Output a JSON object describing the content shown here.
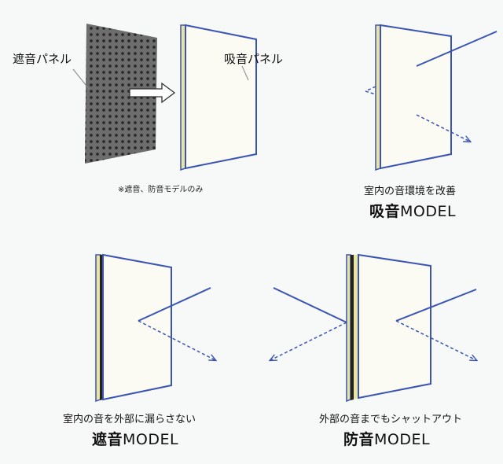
{
  "labels": {
    "insulation_panel": "遮音パネル",
    "absorption_panel": "吸音パネル",
    "note": "※遮音、防音モデルのみ"
  },
  "models": {
    "absorption": {
      "caption": "室内の音環境を改善",
      "name_bold": "吸音",
      "name_suffix": "MODEL"
    },
    "insulation": {
      "caption": "室内の音を外部に漏らさない",
      "name_bold": "遮音",
      "name_suffix": "MODEL"
    },
    "soundproof": {
      "caption": "外部の音までもシャットアウト",
      "name_bold": "防音",
      "name_suffix": "MODEL"
    }
  },
  "colors": {
    "panel_border": "#3a54b4",
    "panel_face": "#fbfbf3",
    "panel_edge_yellow": "#e9e4a0",
    "panel_edge_dark": "#222222",
    "perforated_panel": "#6b6b6b",
    "sound_ray": "#3a54b4"
  }
}
